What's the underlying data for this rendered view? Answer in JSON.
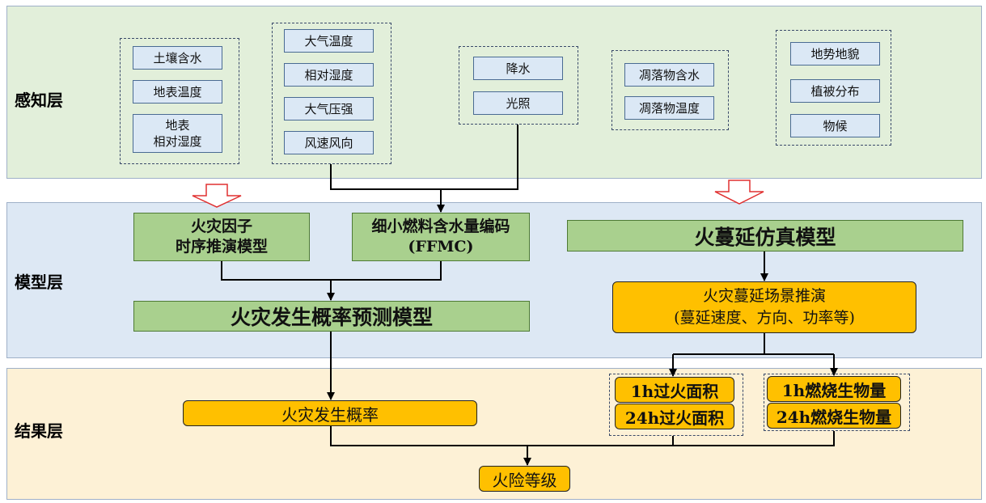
{
  "layers": {
    "perception": "感知层",
    "model": "模型层",
    "result": "结果层"
  },
  "perception": {
    "group1": [
      "土壤含水",
      "地表温度",
      "地表\n相对湿度"
    ],
    "group2": [
      "大气温度",
      "相对湿度",
      "大气压强",
      "风速风向"
    ],
    "group3": [
      "降水",
      "光照"
    ],
    "group4": [
      "凋落物含水",
      "凋落物温度"
    ],
    "group5": [
      "地势地貌",
      "植被分布",
      "物候"
    ]
  },
  "model": {
    "fire_factor_model": "火灾因子\n时序推演模型",
    "ffmc_model": "细小燃料含水量编码\n(FFMC)",
    "spread_sim_model": "火蔓延仿真模型",
    "probability_model": "火灾发生概率预测模型",
    "spread_scenario": "火灾蔓延场景推演\n(蔓延速度、方向、功率等)"
  },
  "result": {
    "probability": "火灾发生概率",
    "burn_area_1h": "1h过火面积",
    "burn_area_24h": "24h过火面积",
    "biomass_1h": "1h燃烧生物量",
    "biomass_24h": "24h燃烧生物量",
    "risk_level": "火险等级"
  },
  "colors": {
    "perception_bg": "#e2efda",
    "model_bg": "#dde8f4",
    "result_bg": "#fdf1d6",
    "green_box": "#a9d08e",
    "yellow_box": "#ffc000",
    "sensor_box": "#dbe8f5",
    "hollow_arrow": "#e03030"
  }
}
